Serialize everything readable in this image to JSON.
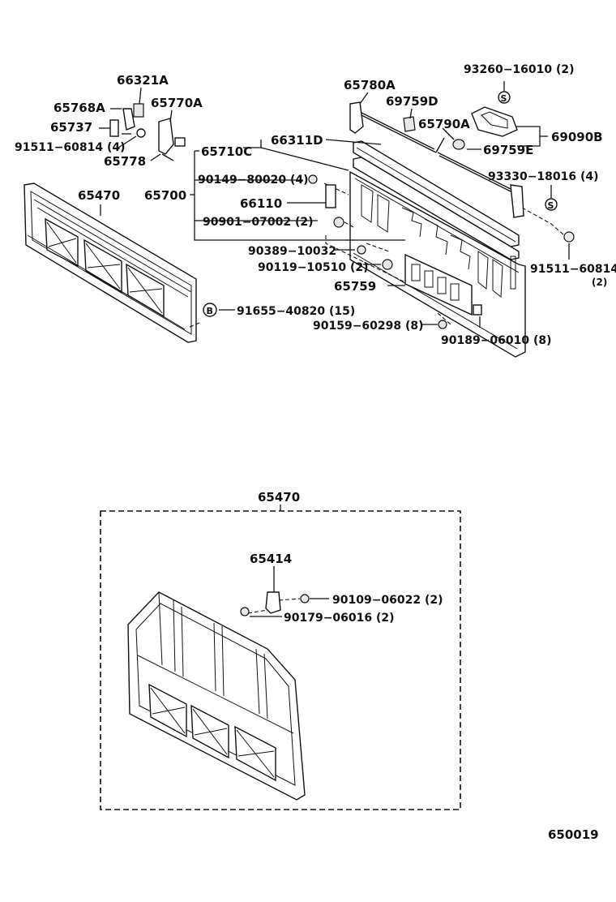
{
  "diagram_number": "650019",
  "upper_group": {
    "labels": {
      "p66321A": "66321A",
      "p65768A": "65768A",
      "p65770A": "65770A",
      "p65737": "65737",
      "p91511_a": "91511−60814 (4)",
      "p65778": "65778",
      "p65470": "65470",
      "p65710C": "65710C",
      "p66311D": "66311D",
      "p65780A": "65780A",
      "p69759D": "69759D",
      "p93260": "93260−16010 (2)",
      "p65790A": "65790A",
      "p69090B": "69090B",
      "p69759E": "69759E",
      "p90149": "90149−80020 (4)",
      "p93330": "93330−18016 (4)",
      "p65700": "65700",
      "p66110": "66110",
      "p90901": "90901−07002 (2)",
      "p90389": "90389−10032",
      "p90119": "90119−10510 (2)",
      "p91511_b": "91511−60814",
      "p91511_b_qty": "(2)",
      "p65759": "65759",
      "p91655": "91655−40820 (15)",
      "p90159": "90159−60298 (8)",
      "p90189": "90189−06010 (8)"
    }
  },
  "lower_group": {
    "labels": {
      "p65470": "65470",
      "p65414": "65414",
      "p90109": "90109−06022 (2)",
      "p90179": "90179−06016 (2)"
    }
  },
  "symbols": {
    "s_mark": "S",
    "b_mark": "B"
  }
}
